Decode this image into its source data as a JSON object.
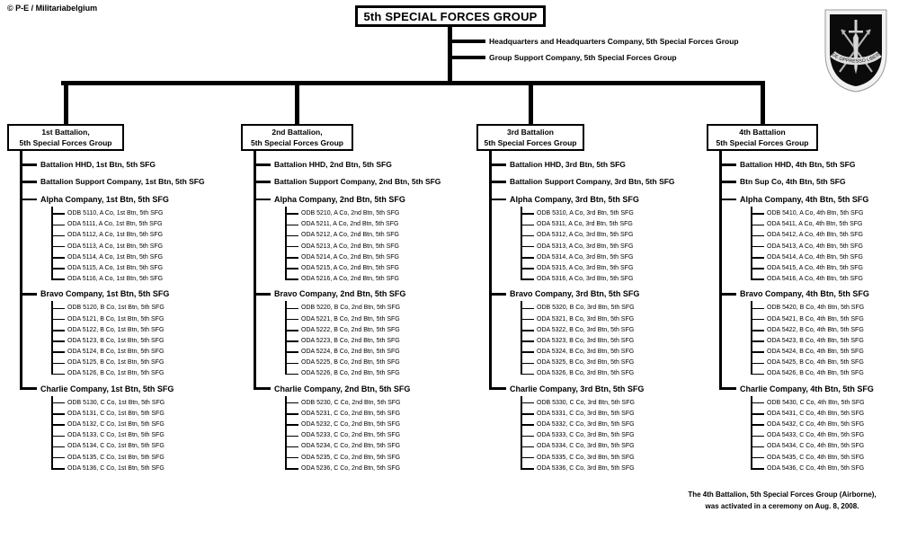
{
  "copyright": "© P-E / Militariabelgium",
  "title": "5th SPECIAL FORCES GROUP",
  "top_units": [
    "Headquarters and Headquarters Company,  5th Special Forces Group",
    "Group Support Company,  5th Special Forces Group"
  ],
  "insignia": {
    "name": "5th-special-forces-group-beret-flash",
    "motto": "DE OPPRESSO LIBER",
    "colors": {
      "flash": "#0b0b0b",
      "border": "#f2f2f2",
      "crest": "#c9c9c9"
    }
  },
  "colors": {
    "line": "#000000",
    "background": "#ffffff",
    "text": "#000000"
  },
  "battalions": [
    {
      "name_line1": "1st Battalion,",
      "name_line2": "5th Special Forces Group",
      "units": [
        "Battalion HHD, 1st Btn, 5th SFG",
        "Battalion Support Company, 1st Btn, 5th SFG"
      ],
      "companies": [
        {
          "label": "Alpha Company, 1st Btn, 5th SFG",
          "teams": [
            "ODB 5110, A Co, 1st Btn, 5th SFG",
            "ODA 5111, A Co, 1st Btn, 5th SFG",
            "ODA 5112, A Co, 1st Btn, 5th SFG",
            "ODA 5113, A Co, 1st Btn, 5th SFG",
            "ODA 5114, A Co, 1st Btn, 5th SFG",
            "ODA 5115, A Co, 1st Btn, 5th SFG",
            "ODA 5116, A Co, 1st Btn, 5th SFG"
          ]
        },
        {
          "label": "Bravo Company, 1st Btn, 5th SFG",
          "teams": [
            "ODB 5120, B Co, 1st Btn, 5th SFG",
            "ODA 5121, B Co, 1st Btn, 5th SFG",
            "ODA 5122, B Co, 1st Btn, 5th SFG",
            "ODA 5123, B Co, 1st Btn, 5th SFG",
            "ODA 5124, B Co, 1st Btn, 5th SFG",
            "ODA 5125, B Co, 1st Btn, 5th SFG",
            "ODA 5126, B Co, 1st Btn, 5th SFG"
          ]
        },
        {
          "label": "Charlie Company, 1st Btn, 5th SFG",
          "teams": [
            "ODB 5130, C Co, 1st Btn, 5th SFG",
            "ODA 5131, C Co, 1st Btn, 5th SFG",
            "ODA 5132, C Co, 1st Btn, 5th SFG",
            "ODA 5133, C Co, 1st Btn, 5th SFG",
            "ODA 5134, C Co, 1st Btn, 5th SFG",
            "ODA 5135, C Co, 1st Btn, 5th SFG",
            "ODA 5136, C Co, 1st Btn, 5th SFG"
          ]
        }
      ]
    },
    {
      "name_line1": "2nd Battalion,",
      "name_line2": "5th Special Forces Group",
      "units": [
        "Battalion HHD, 2nd Btn, 5th SFG",
        "Battalion Support Company, 2nd Btn, 5th SFG"
      ],
      "companies": [
        {
          "label": "Alpha Company, 2nd Btn, 5th SFG",
          "teams": [
            "ODB 5210, A Co, 2nd Btn, 5th SFG",
            "ODA 5211, A Co, 2nd Btn, 5th SFG",
            "ODA 5212, A Co, 2nd Btn, 5th SFG",
            "ODA 5213, A Co, 2nd Btn, 5th SFG",
            "ODA 5214, A Co, 2nd Btn, 5th SFG",
            "ODA 5215, A Co, 2nd Btn, 5th SFG",
            "ODA 5216, A Co, 2nd Btn, 5th SFG"
          ]
        },
        {
          "label": "Bravo Company, 2nd Btn, 5th SFG",
          "teams": [
            "ODB 5220, B Co, 2nd Btn, 5th SFG",
            "ODA 5221, B Co, 2nd Btn, 5th SFG",
            "ODA 5222, B Co, 2nd Btn, 5th SFG",
            "ODA 5223, B Co, 2nd Btn, 5th SFG",
            "ODA 5224, B Co, 2nd Btn, 5th SFG",
            "ODA 5225, B Co, 2nd Btn, 5th SFG",
            "ODA 5226, B Co, 2nd Btn, 5th SFG"
          ]
        },
        {
          "label": "Charlie Company, 2nd Btn, 5th SFG",
          "teams": [
            "ODB 5230, C Co, 2nd Btn, 5th SFG",
            "ODA 5231, C Co, 2nd Btn, 5th SFG",
            "ODA 5232, C Co, 2nd Btn, 5th SFG",
            "ODA 5233, C Co, 2nd Btn, 5th SFG",
            "ODA 5234, C Co, 2nd Btn, 5th SFG",
            "ODA 5235, C Co, 2nd Btn, 5th SFG",
            "ODA 5236, C Co, 2nd Btn, 5th SFG"
          ]
        }
      ]
    },
    {
      "name_line1": "3rd Battalion",
      "name_line2": "5th Special Forces Group",
      "units": [
        "Battalion HHD, 3rd Btn, 5th SFG",
        "Battalion Support Company, 3rd Btn, 5th SFG"
      ],
      "companies": [
        {
          "label": "Alpha Company, 3rd Btn, 5th SFG",
          "teams": [
            "ODB 5310, A Co, 3rd Btn, 5th SFG",
            "ODA 5311, A Co, 3rd Btn, 5th SFG",
            "ODA 5312, A Co, 3rd Btn, 5th SFG",
            "ODA 5313, A Co, 3rd Btn, 5th SFG",
            "ODA 5314, A Co, 3rd Btn, 5th SFG",
            "ODA 5315, A Co, 3rd Btn, 5th SFG",
            "ODA 5316, A Co, 3rd Btn, 5th SFG"
          ]
        },
        {
          "label": "Bravo Company, 3rd Btn, 5th SFG",
          "teams": [
            "ODB 5320, B Co, 3rd Btn, 5th SFG",
            "ODA 5321, B Co, 3rd Btn, 5th SFG",
            "ODA 5322, B Co, 3rd Btn, 5th SFG",
            "ODA 5323, B Co, 3rd Btn, 5th SFG",
            "ODA 5324, B Co, 3rd Btn, 5th SFG",
            "ODA 5325, B Co, 3rd Btn, 5th SFG",
            "ODA 5326, B Co, 3rd Btn, 5th SFG"
          ]
        },
        {
          "label": "Charlie Company, 3rd Btn, 5th SFG",
          "teams": [
            "ODB 5330, C Co, 3rd Btn, 5th SFG",
            "ODA 5331, C Co, 3rd Btn, 5th SFG",
            "ODA 5332, C Co, 3rd Btn, 5th SFG",
            "ODA 5333, C Co, 3rd Btn, 5th SFG",
            "ODA 5334, C Co, 3rd Btn, 5th SFG",
            "ODA 5335, C Co, 3rd Btn, 5th SFG",
            "ODA 5336, C Co, 3rd Btn, 5th SFG"
          ]
        }
      ]
    },
    {
      "name_line1": "4th Battalion",
      "name_line2": "5th Special Forces Group",
      "units": [
        "Battalion HHD, 4th Btn, 5th SFG",
        "Btn Sup Co, 4th Btn, 5th SFG"
      ],
      "companies": [
        {
          "label": "Alpha Company, 4th Btn, 5th SFG",
          "teams": [
            "ODB 5410, A Co, 4th Btn, 5th SFG",
            "ODA 5411, A Co, 4th Btn, 5th SFG",
            "ODA 5412, A Co, 4th Btn, 5th SFG",
            "ODA 5413, A Co, 4th Btn, 5th SFG",
            "ODA 5414, A Co, 4th Btn, 5th SFG",
            "ODA 5415, A Co, 4th Btn, 5th SFG",
            "ODA 5416, A Co, 4th Btn, 5th SFG"
          ]
        },
        {
          "label": "Bravo Company, 4th Btn, 5th SFG",
          "teams": [
            "ODB 5420, B Co, 4th Btn, 5th SFG",
            "ODA 5421, B Co, 4th Btn, 5th SFG",
            "ODA 5422, B Co, 4th Btn, 5th SFG",
            "ODA 5423, B Co, 4th Btn, 5th SFG",
            "ODA 5424, B Co, 4th Btn, 5th SFG",
            "ODA 5425, B Co, 4th Btn, 5th SFG",
            "ODA 5426, B Co, 4th Btn, 5th SFG"
          ]
        },
        {
          "label": "Charlie Company, 4th Btn, 5th SFG",
          "teams": [
            "ODB 5430, C Co, 4th Btn, 5th SFG",
            "ODA 5431, C Co, 4th Btn, 5th SFG",
            "ODA 5432, C Co, 4th Btn, 5th SFG",
            "ODA 5433, C Co, 4th Btn, 5th SFG",
            "ODA 5434, C Co, 4th Btn, 5th SFG",
            "ODA 5435, C Co, 4th Btn, 5th SFG",
            "ODA 5436, C Co, 4th Btn, 5th SFG"
          ]
        }
      ]
    }
  ],
  "note": {
    "line1": "The 4th Battalion, 5th Special Forces Group (Airborne),",
    "line2": "was activated in a ceremony on Aug. 8, 2008."
  }
}
